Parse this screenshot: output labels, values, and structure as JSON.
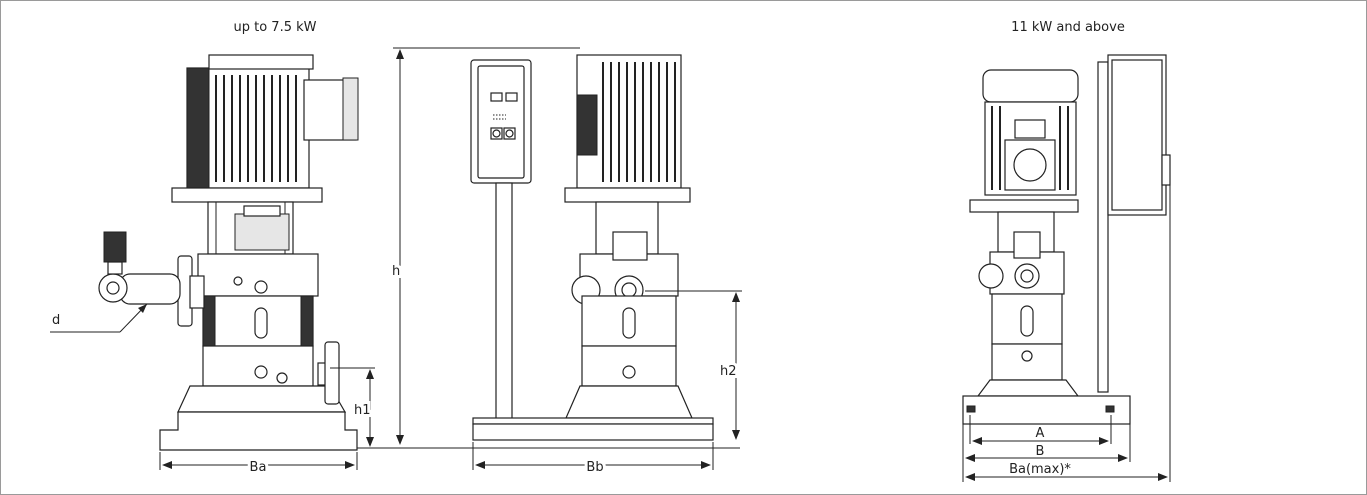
{
  "headings": {
    "left": "up to 7.5 kW",
    "right": "11 kW and above"
  },
  "dimensions": {
    "h": "h",
    "h1": "h1",
    "h2": "h2",
    "d": "d",
    "Ba": "Ba",
    "Bb": "Bb",
    "A": "A",
    "B": "B",
    "Ba_max": "Ba(max)*"
  }
}
